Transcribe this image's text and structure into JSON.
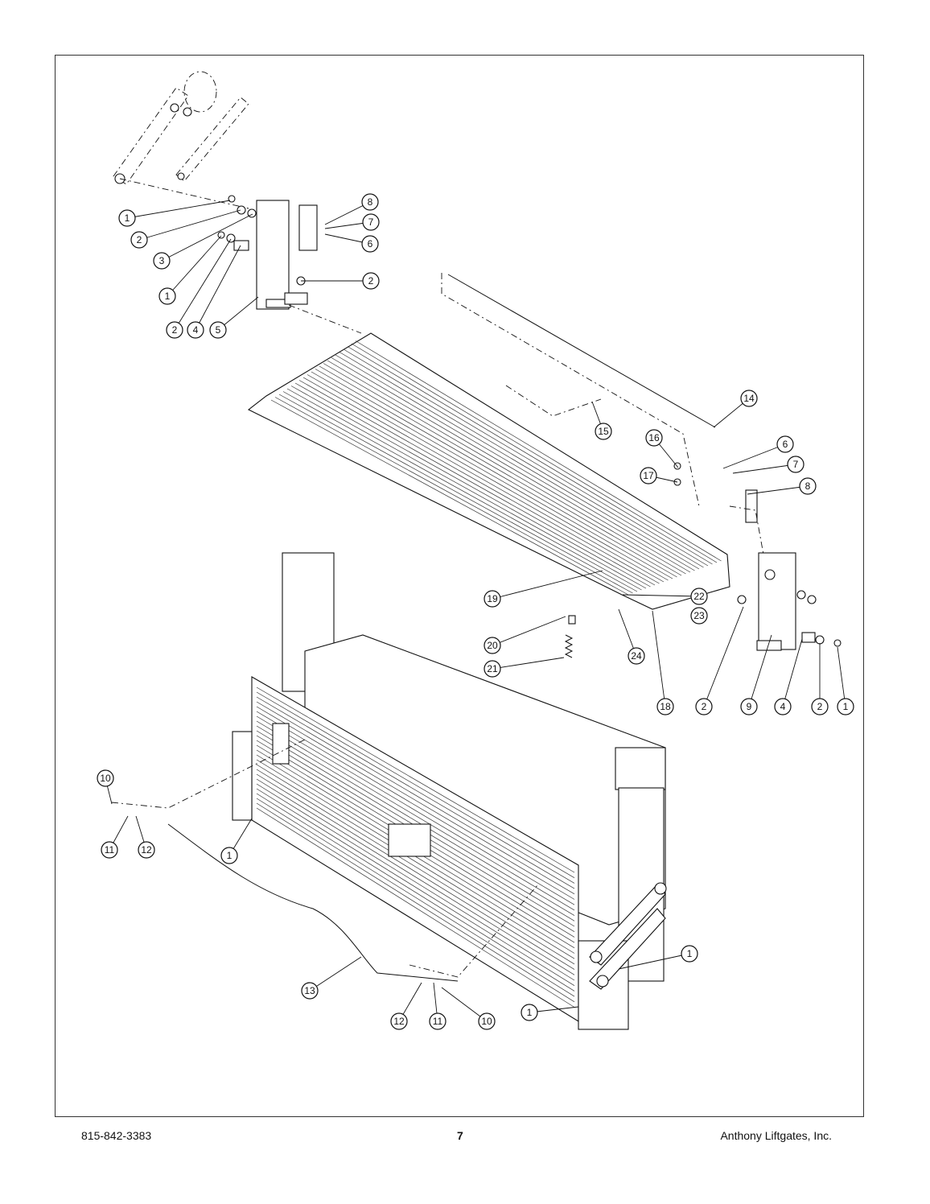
{
  "footer": {
    "phone": "815-842-3383",
    "page_number": "7",
    "company": "Anthony Liftgates, Inc."
  },
  "callouts": [
    {
      "label": "1"
    },
    {
      "label": "2"
    },
    {
      "label": "3"
    },
    {
      "label": "1"
    },
    {
      "label": "2"
    },
    {
      "label": "4"
    },
    {
      "label": "5"
    },
    {
      "label": "8"
    },
    {
      "label": "7"
    },
    {
      "label": "6"
    },
    {
      "label": "2"
    },
    {
      "label": "14"
    },
    {
      "label": "15"
    },
    {
      "label": "16"
    },
    {
      "label": "17"
    },
    {
      "label": "6"
    },
    {
      "label": "7"
    },
    {
      "label": "8"
    },
    {
      "label": "19"
    },
    {
      "label": "22"
    },
    {
      "label": "23"
    },
    {
      "label": "20"
    },
    {
      "label": "21"
    },
    {
      "label": "24"
    },
    {
      "label": "18"
    },
    {
      "label": "2"
    },
    {
      "label": "9"
    },
    {
      "label": "4"
    },
    {
      "label": "2"
    },
    {
      "label": "1"
    },
    {
      "label": "10"
    },
    {
      "label": "11"
    },
    {
      "label": "12"
    },
    {
      "label": "1"
    },
    {
      "label": "1"
    },
    {
      "label": "13"
    },
    {
      "label": "12"
    },
    {
      "label": "11"
    },
    {
      "label": "10"
    },
    {
      "label": "1"
    }
  ]
}
